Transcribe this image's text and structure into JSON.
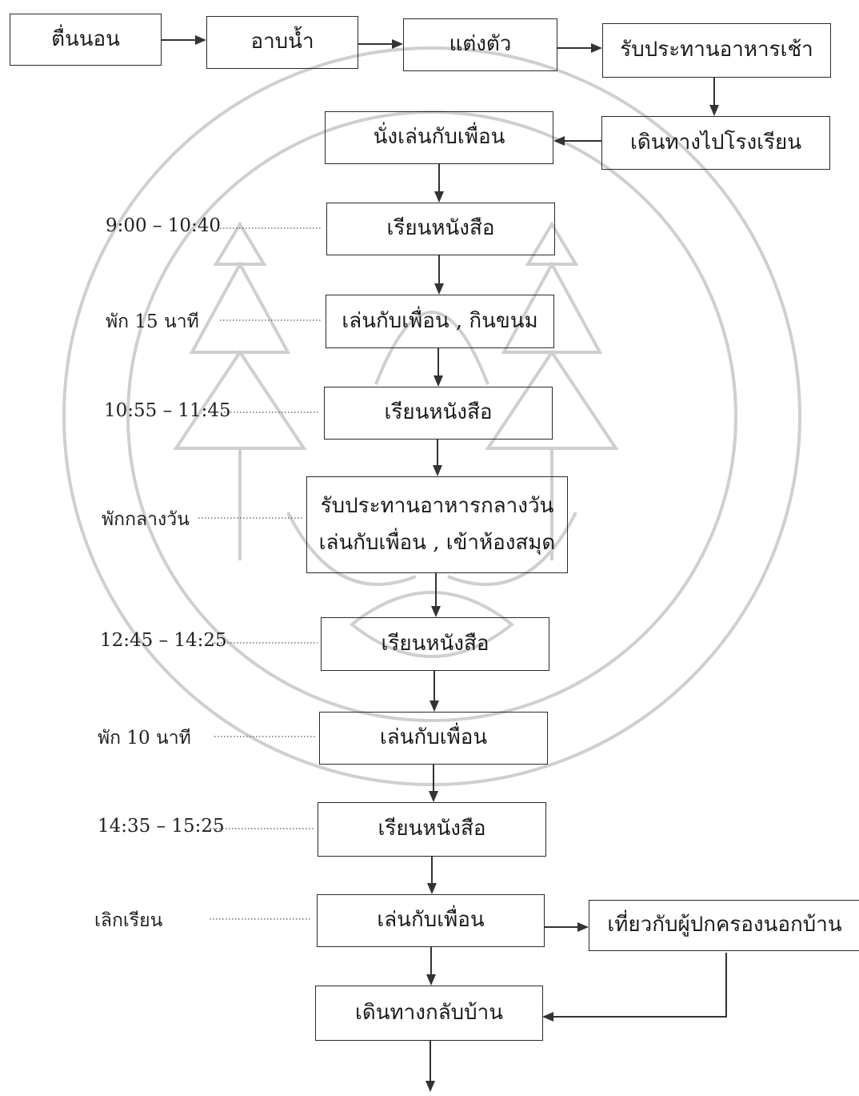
{
  "diagram": {
    "nodes": {
      "wake": "ตื่นนอน",
      "bath": "อาบน้ำ",
      "dress": "แต่งตัว",
      "breakfast": "รับประทานอาหารเช้า",
      "walk_school": "เดินทางไปโรงเรียน",
      "play_friends_1": "นั่งเล่นกับเพื่อน",
      "study_1": "เรียนหนังสือ",
      "snack": "เล่นกับเพื่อน , กินขนม",
      "study_2": "เรียนหนังสือ",
      "lunch_line1": "รับประทานอาหารกลางวัน",
      "lunch_line2": "เล่นกับเพื่อน  , เข้าห้องสมุด",
      "study_3": "เรียนหนังสือ",
      "play_friends_2": "เล่นกับเพื่อน",
      "study_4": "เรียนหนังสือ",
      "play_friends_3": "เล่นกับเพื่อน",
      "outing": "เที่ยวกับผู้ปกครองนอกบ้าน",
      "walk_home": "เดินทางกลับบ้าน"
    },
    "time_labels": {
      "t1": "9:00 – 10:40",
      "t2": "พัก  15  นาที",
      "t3": "10:55 – 11:45",
      "t4": "พักกลางวัน",
      "t5": "12:45 – 14:25",
      "t6": "พัก  10  นาที",
      "t7": "14:35 – 15:25",
      "t8": "เลิกเรียน"
    }
  }
}
